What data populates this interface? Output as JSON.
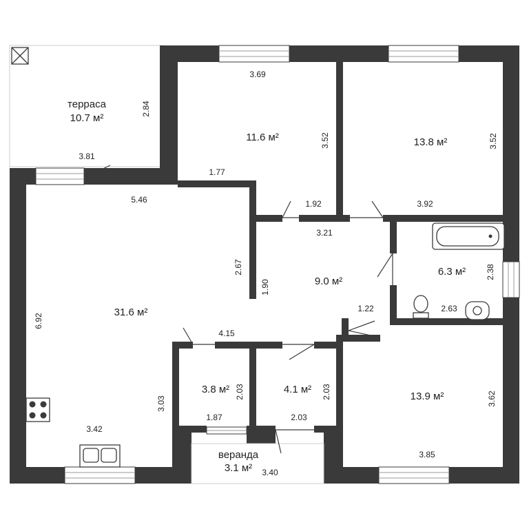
{
  "rooms": {
    "terrace": {
      "name": "терраса",
      "area": "10.7 м²"
    },
    "bed_nw": {
      "area": "11.6 м²"
    },
    "bed_ne": {
      "area": "13.8 м²"
    },
    "living": {
      "area": "31.6 м²"
    },
    "hall": {
      "area": "9.0 м²"
    },
    "bath": {
      "area": "6.3 м²"
    },
    "closet1": {
      "area": "3.8 м²"
    },
    "closet2": {
      "area": "4.1 м²"
    },
    "bed_se": {
      "area": "13.9 м²"
    },
    "veranda": {
      "name": "веранда",
      "area": "3.1 м²"
    }
  },
  "dimensions": {
    "d_369": "3.69",
    "d_284": "2.84",
    "d_352a": "3.52",
    "d_352b": "3.52",
    "d_381": "3.81",
    "d_177": "1.77",
    "d_546": "5.46",
    "d_192": "1.92",
    "d_392": "3.92",
    "d_321": "3.21",
    "d_267": "2.67",
    "d_190": "1.90",
    "d_238": "2.38",
    "d_692": "6.92",
    "d_263": "2.63",
    "d_122": "1.22",
    "d_415": "4.15",
    "d_203a": "2.03",
    "d_203b": "2.03",
    "d_303": "3.03",
    "d_187": "1.87",
    "d_203c": "2.03",
    "d_362": "3.62",
    "d_342": "3.42",
    "d_385": "3.85",
    "d_340": "3.40"
  }
}
